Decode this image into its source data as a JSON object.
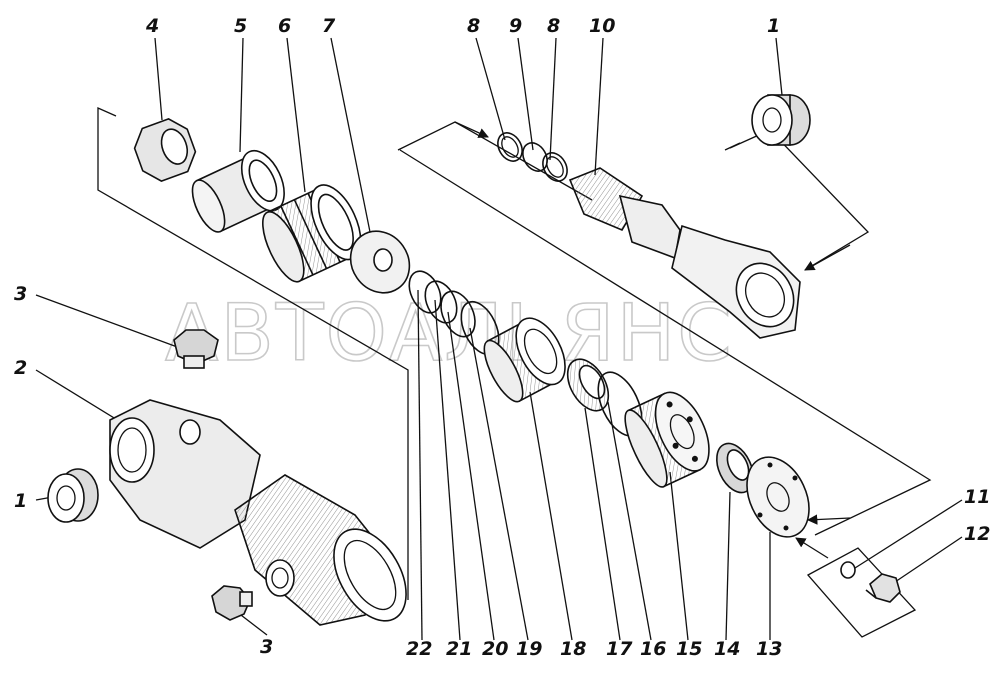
{
  "watermark": "АВТОАЛЬЯНС",
  "callouts": [
    "1",
    "2",
    "3",
    "3",
    "4",
    "5",
    "6",
    "7",
    "8",
    "9",
    "8",
    "10",
    "1",
    "11",
    "12",
    "22",
    "21",
    "20",
    "19",
    "18",
    "17",
    "16",
    "15",
    "14",
    "13"
  ]
}
